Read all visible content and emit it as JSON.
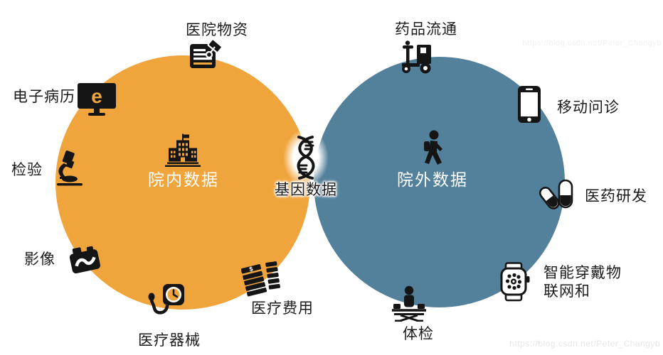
{
  "diagram": {
    "inner_circle": {
      "label": "院内数据",
      "color": "#F0A43C",
      "icon": "hospital-building-icon"
    },
    "outer_circle": {
      "label": "院外数据",
      "color": "#53809A",
      "icon": "walking-person-icon"
    },
    "center_item": {
      "label": "基因数据",
      "icon": "dna-helix-icon"
    },
    "inner_items": [
      {
        "label": "医院物资",
        "icon": "supplies-clipboard-icon"
      },
      {
        "label": "电子病历",
        "icon": "emr-monitor-icon",
        "monitor_letter": "e"
      },
      {
        "label": "检验",
        "icon": "microscope-icon"
      },
      {
        "label": "影像",
        "icon": "imaging-camera-icon"
      },
      {
        "label": "医疗器械",
        "icon": "blood-pressure-gauge-icon"
      },
      {
        "label": "医疗费用",
        "icon": "money-stacks-icon",
        "currency_symbol": "$"
      }
    ],
    "outer_items": [
      {
        "label": "药品流通",
        "icon": "delivery-scooter-icon"
      },
      {
        "label": "移动问诊",
        "icon": "smartphone-icon"
      },
      {
        "label": "医药研发",
        "icon": "capsules-icon"
      },
      {
        "label": "智能穿戴物\n联网和",
        "icon": "smartwatch-icon"
      },
      {
        "label": "体检",
        "icon": "exam-chair-icon"
      }
    ],
    "icon_color": "#151515"
  },
  "watermark": {
    "text": "https://blog.csdn.net/Peter_Changyb"
  }
}
